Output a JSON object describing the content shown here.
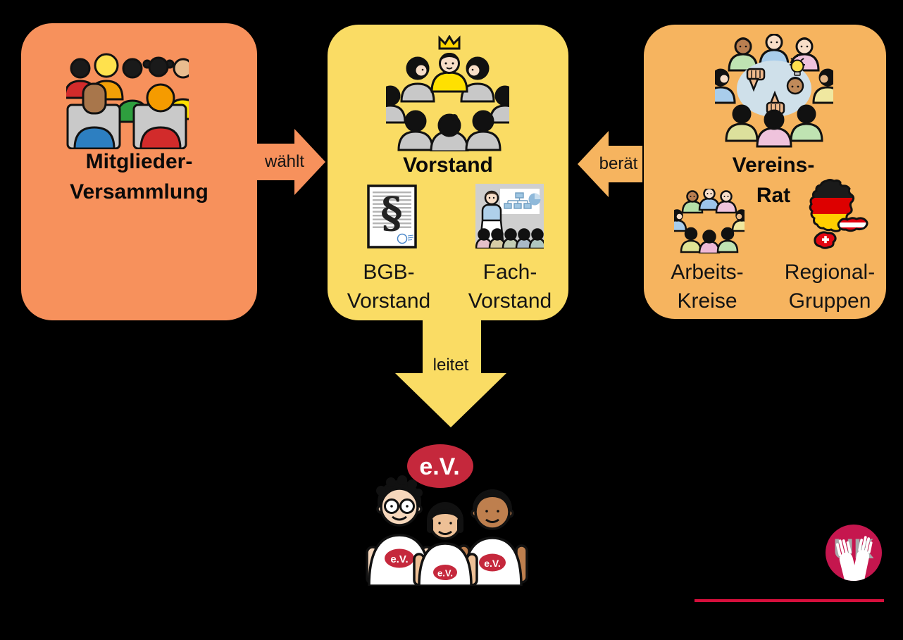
{
  "background": "#000000",
  "boxes": {
    "members": {
      "color": "#F7915C",
      "title": [
        "Mitglieder-",
        "Versammlung"
      ]
    },
    "board": {
      "color": "#FADC64",
      "title": "Vorstand",
      "subitems": [
        {
          "label": [
            "BGB-",
            "Vorstand"
          ]
        },
        {
          "label": [
            "Fach-",
            "Vorstand"
          ]
        }
      ]
    },
    "council": {
      "color": "#F6B45F",
      "title": [
        "Vereins-",
        "Rat"
      ],
      "subitems": [
        {
          "label": [
            "Arbeits-",
            "Kreise"
          ]
        },
        {
          "label": [
            "Regional-",
            "Gruppen"
          ]
        }
      ]
    }
  },
  "arrows": {
    "elect": {
      "label": "wählt",
      "color": "#F7915C"
    },
    "advise": {
      "label": "berät",
      "color": "#F6B45F"
    },
    "lead": {
      "label": "leitet",
      "color": "#FADC64"
    }
  },
  "ev": {
    "badge": "e.V.",
    "shirt_badge_1": "e.V.",
    "shirt_badge_2": "e.V.",
    "shirt_badge_3": "e.V.",
    "red": "#C5283C"
  },
  "logo": {
    "letters": "UK",
    "circle_color": "#C5164E",
    "line_color": "#D60F3C"
  }
}
